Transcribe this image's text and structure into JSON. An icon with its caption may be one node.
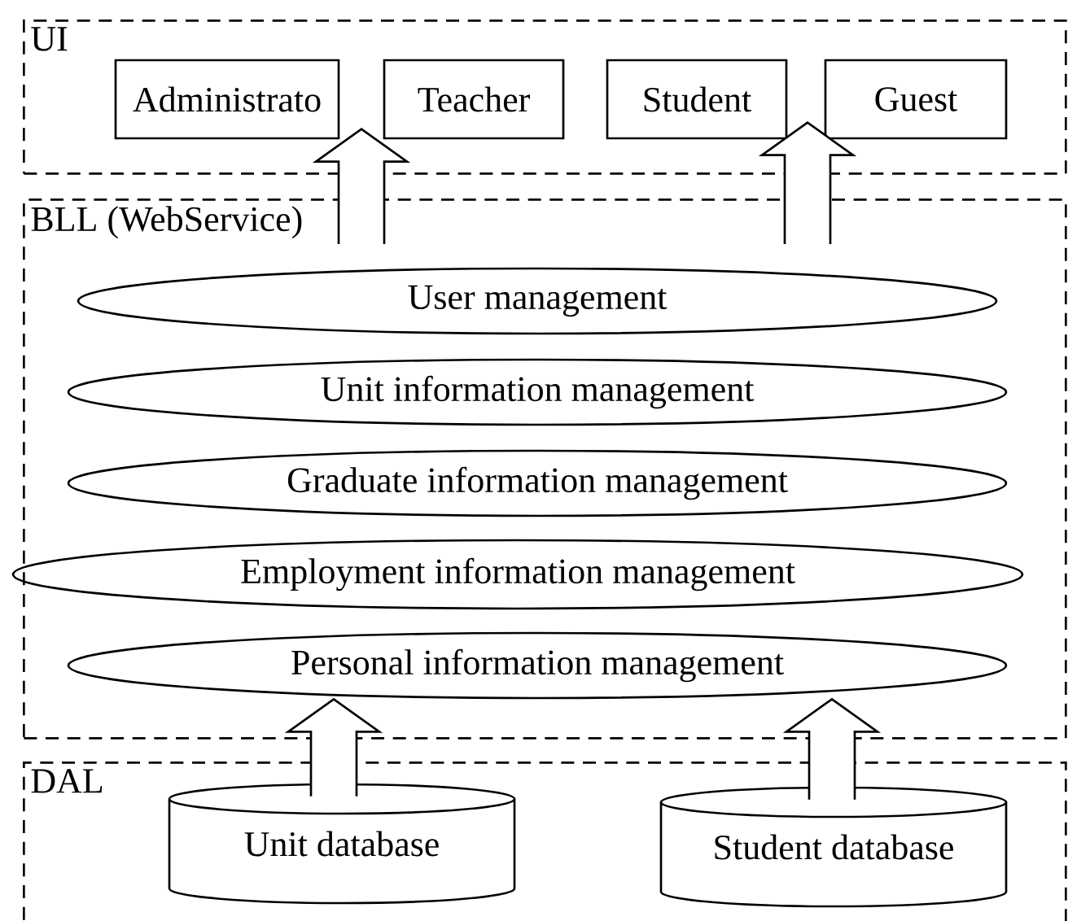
{
  "diagram": {
    "nodes": [
      {
        "text": [
          "UI"
        ]
      },
      {
        "text": [
          "Administrato"
        ],
        "in": 0
      },
      {
        "text": [
          "Teacher"
        ],
        "in": 0
      },
      {
        "text": [
          "Student"
        ],
        "in": 0
      },
      {
        "text": [
          "Guest"
        ],
        "in": 0
      },
      {
        "text": [
          "BLL (WebService)"
        ]
      },
      {
        "text": [
          "User management"
        ],
        "in": 5
      },
      {
        "text": [
          "Unit information management"
        ],
        "in": 5
      },
      {
        "text": [
          "Graduate information management"
        ],
        "in": 5
      },
      {
        "text": [
          "Employment information management"
        ],
        "in": 5
      },
      {
        "text": [
          "Personal information management"
        ],
        "in": 5
      },
      {
        "text": [
          "DAL"
        ]
      },
      {
        "text": [
          "Unit database"
        ],
        "in": 11
      },
      {
        "text": [
          "Student database"
        ],
        "in": 11
      }
    ],
    "edges": [
      {
        "from": 5,
        "to": 0,
        "arrow": "to"
      },
      {
        "from": 5,
        "to": 0,
        "arrow": "to"
      },
      {
        "from": 12,
        "to": 10,
        "arrow": "to"
      },
      {
        "from": 13,
        "to": 10,
        "arrow": "to"
      }
    ]
  }
}
